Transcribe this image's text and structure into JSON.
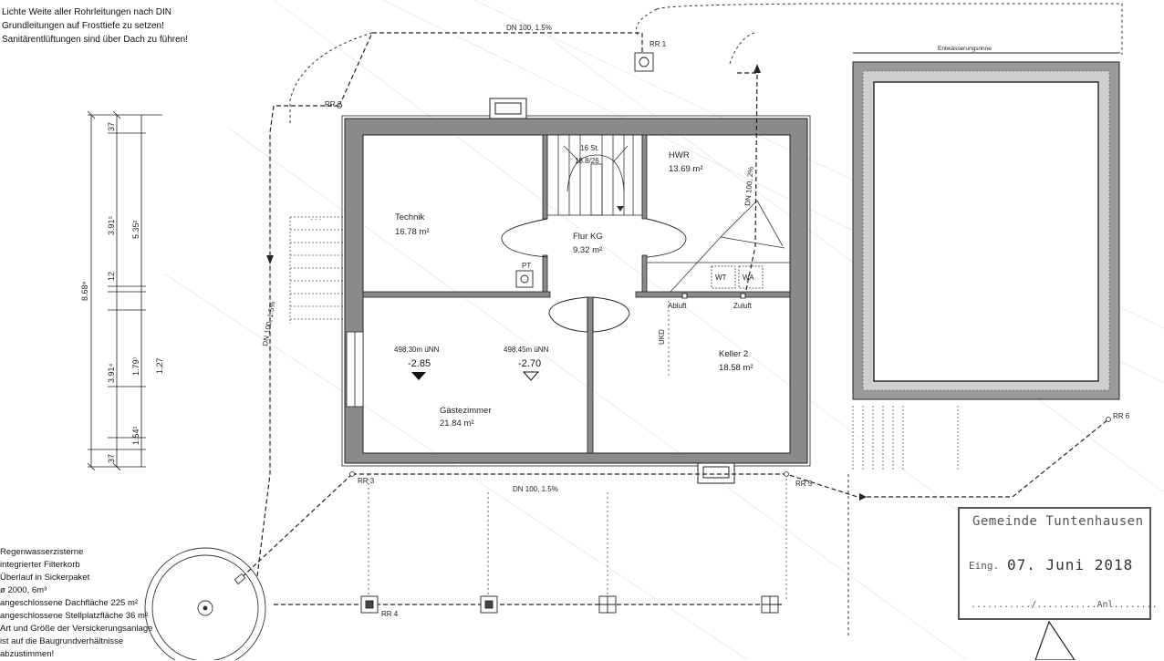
{
  "notes": {
    "top_left": [
      "Lichte Weite aller Rohrleitungen nach DIN",
      "Grundleitungen auf Frosttiefe zu setzen!",
      "Sanitärentlüftungen sind über Dach zu führen!"
    ],
    "bottom_left": [
      "Regenwasserzisterne",
      "integrierter Filterkorb",
      "Überlauf in Sickerpaket",
      "ø 2000, 6m³",
      "angeschlossene Dachfläche 225 m²",
      "angeschlossene Stellplatzfläche 36 m²",
      "Art und Größe der Versickerungsanlage",
      "ist auf die Baugrundverhältnisse",
      "abzustimmen!"
    ]
  },
  "rooms": {
    "technik": {
      "name": "Technik",
      "area": "16.78 m²"
    },
    "flur": {
      "name": "Flur KG",
      "area": "9.32 m²"
    },
    "hwr": {
      "name": "HWR",
      "area": "13.69 m²"
    },
    "gaeste": {
      "name": "Gästezimmer",
      "area": "21.84 m²"
    },
    "keller": {
      "name": "Keller 2",
      "area": "18.58 m²"
    }
  },
  "stairs": {
    "steps": "16 St.",
    "ratio": "18.8/26"
  },
  "levels": {
    "left": {
      "nn": "498.30m üNN",
      "value": "-2.85"
    },
    "right": {
      "nn": "498.45m üNN",
      "value": "-2.70"
    }
  },
  "fixtures": {
    "pt": "PT",
    "wt": "WT",
    "wa": "WA",
    "abluft": "Abluft",
    "zuluft": "Zuluft",
    "ukd": "UKD"
  },
  "pipes": {
    "top": "DN 100, 1.5%",
    "bottom": "DN 100, 1.5%",
    "left": "DN 100, 1.5%",
    "hwr": "DN 100, 2%"
  },
  "manholes": {
    "rr1": "RR 1",
    "rr2": "RR 2",
    "rr3": "RR 3",
    "rr4": "RR 4",
    "rr5": "RR 5",
    "rr6": "RR 6"
  },
  "gutter_label": "Entwässerungsrinne",
  "dimensions": {
    "outer": "8.68⁹",
    "d_top": "37",
    "d_upper": "3.91⁵",
    "d_upper_right": "5.35²",
    "d_mid": "12",
    "d_lower": "3.91⁴",
    "d_lower_a": "1.79⁷",
    "d_lower_b": "1.27",
    "d_sill": "1.54¹",
    "d_bottom": "37"
  },
  "stamp": {
    "title": "Gemeinde Tuntenhausen",
    "label": "Eing.",
    "date": "07. Juni 2018",
    "footer": ".........../...........Anl........"
  }
}
